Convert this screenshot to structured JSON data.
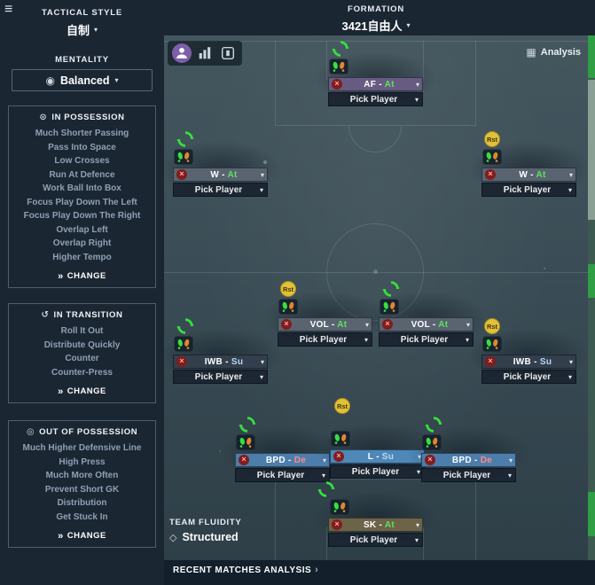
{
  "ui": {
    "pick_player": "Pick Player",
    "rest_label": "Rst"
  },
  "icons": {
    "menu": "≡",
    "caret_down": "▾",
    "x_mark": "×",
    "chevrons": "»",
    "chevron_right": "›",
    "grid": "▦",
    "diamond": "◇",
    "mentality": "◉",
    "possession": "⊙",
    "transition": "↺",
    "out_possession": "◎"
  },
  "sidebar": {
    "tactical_style": {
      "label": "TACTICAL STYLE",
      "value": "自制"
    },
    "mentality": {
      "label": "MENTALITY",
      "value": "Balanced"
    },
    "in_possession": {
      "title": "IN POSSESSION",
      "items": [
        "Much Shorter Passing",
        "Pass Into Space",
        "Low Crosses",
        "Run At Defence",
        "Work Ball Into Box",
        "Focus Play Down The Left",
        "Focus Play Down The Right",
        "Overlap Left",
        "Overlap Right",
        "Higher Tempo"
      ],
      "change_label": "CHANGE"
    },
    "in_transition": {
      "title": "IN TRANSITION",
      "items": [
        "Roll It Out",
        "Distribute Quickly",
        "Counter",
        "Counter-Press"
      ],
      "change_label": "CHANGE"
    },
    "out_of_possession": {
      "title": "OUT OF POSSESSION",
      "items": [
        "Much Higher Defensive Line",
        "High Press",
        "Much More Often",
        "Prevent Short GK",
        "Distribution",
        "Get Stuck In"
      ],
      "change_label": "CHANGE"
    }
  },
  "header": {
    "formation_label": "FORMATION",
    "formation_value": "3421自由人"
  },
  "pitch": {
    "analysis_label": "Analysis",
    "team_fluidity_label": "TEAM FLUIDITY",
    "team_fluidity_value": "Structured"
  },
  "players": [
    {
      "role_label": "AF - ",
      "duty": "At",
      "condition": "fit"
    },
    {
      "role_label": "W - ",
      "duty": "At",
      "condition": "fit"
    },
    {
      "role_label": "W - ",
      "duty": "At",
      "condition": "rest"
    },
    {
      "role_label": "VOL - ",
      "duty": "At",
      "condition": "rest"
    },
    {
      "role_label": "VOL - ",
      "duty": "At",
      "condition": "fit"
    },
    {
      "role_label": "IWB - ",
      "duty": "Su",
      "condition": "fit"
    },
    {
      "role_label": "IWB - ",
      "duty": "Su",
      "condition": "rest"
    },
    {
      "role_label": "BPD - ",
      "duty": "De",
      "condition": "fit"
    },
    {
      "role_label": "L - ",
      "duty": "Su",
      "condition": "rest"
    },
    {
      "role_label": "BPD - ",
      "duty": "De",
      "condition": "fit"
    },
    {
      "role_label": "SK - ",
      "duty": "At",
      "condition": "fit"
    }
  ],
  "footer": {
    "recent_matches_label": "RECENT MATCHES ANALYSIS"
  },
  "colors": {
    "duty_attack": "#5ee05e",
    "duty_support": "#b9d9f8",
    "duty_defend": "#ff8a8a",
    "condition_full": "#35e03c",
    "condition_rest": "#e2c139",
    "role_af_bg": "#675b82",
    "role_w_bg": "#5a6471",
    "role_iwb_bg": "#333f4c",
    "role_bpd_bg": "#4d7dab",
    "role_l_bg": "#4e87b8",
    "role_sk_bg": "#6d6349",
    "sidebar_bg": "#1b2633",
    "pitch_top": "#44565e",
    "pitch_bottom": "#2e3f48",
    "strip_green": "#2f9e44"
  }
}
